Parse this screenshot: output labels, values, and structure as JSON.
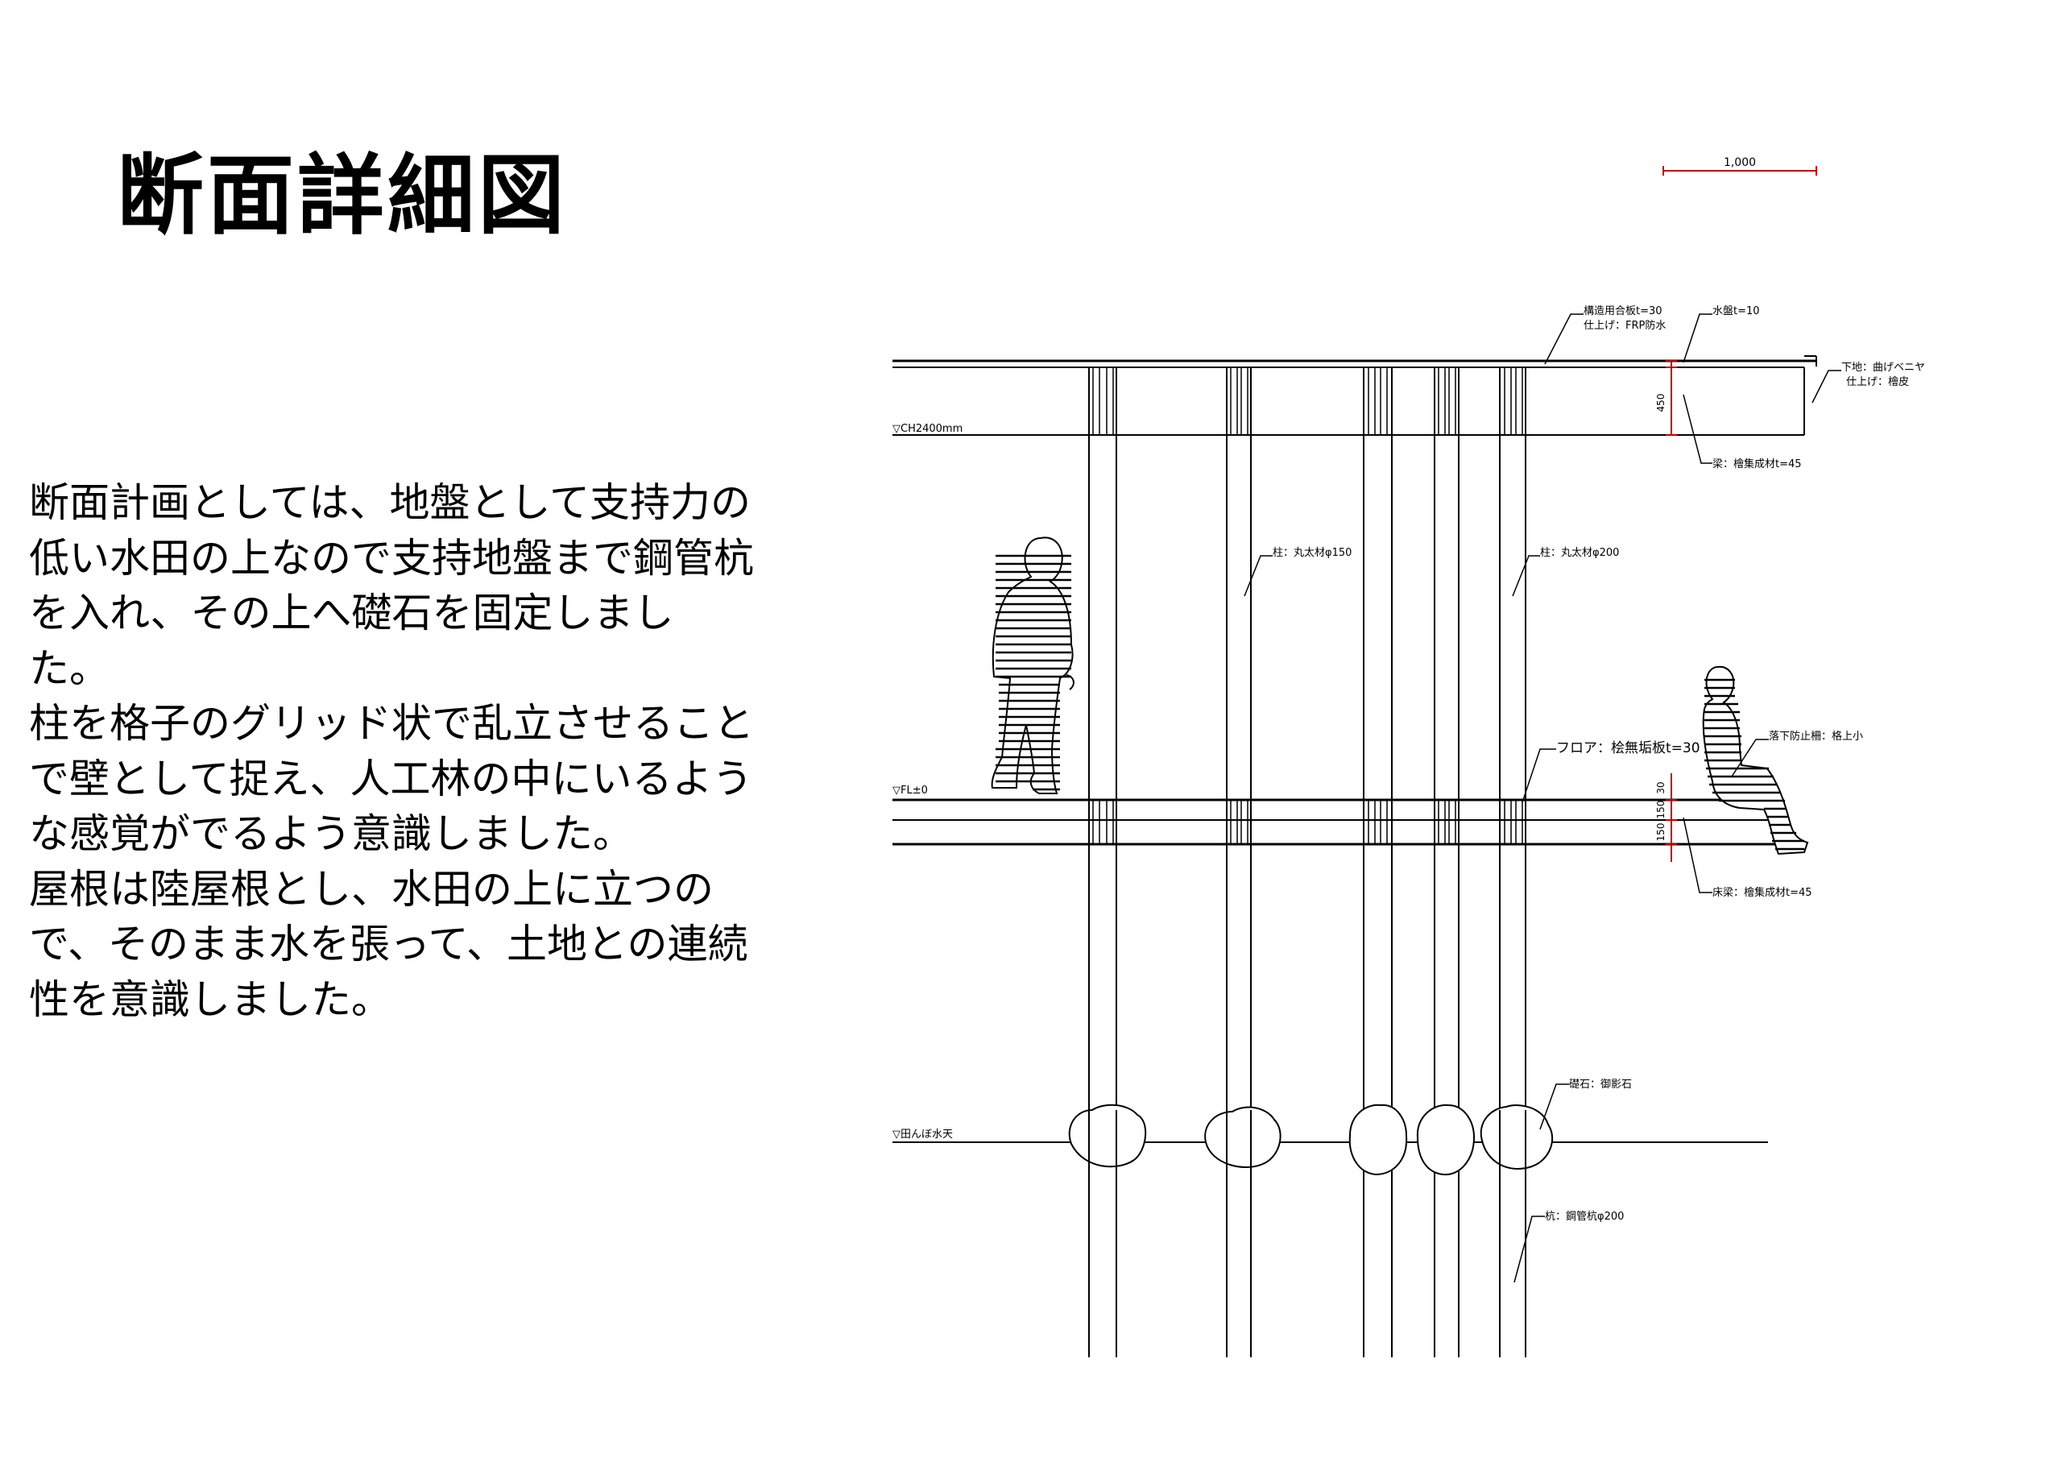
{
  "title": "断面詳細図",
  "description": [
    "断面計画としては、地盤として支持力の低い水田の上なので支持地盤まで鋼管杭を入れ、その上へ礎石を固定しました。",
    "柱を格子のグリッド状で乱立させることで壁として捉え、人工林の中にいるような感覚がでるよう意識しました。",
    "屋根は陸屋根とし、水田の上に立つので、そのまま水を張って、土地との連続性を意識しました。"
  ],
  "drawing": {
    "scale_label": "1,000",
    "levels": {
      "ceiling": "▽CH2400mm",
      "floor": "▽FL±0",
      "paddy": "▽田んぼ水天"
    },
    "dimensions": {
      "beam_depth": "450",
      "floor_30": "30",
      "floor_150a": "150",
      "floor_150b": "150"
    },
    "annotations": {
      "roof_panel_1": "構造用合板t=30",
      "roof_panel_2": "仕上げ：FRP防水",
      "water_basin": "水盤t=10",
      "eave_1": "下地：曲げベニヤ",
      "eave_2": "仕上げ：檜皮",
      "beam": "梁：檜集成材t=45",
      "column_150": "柱：丸太材φ150",
      "column_200": "柱：丸太材φ200",
      "floor": "フロア：桧無垢板t=30",
      "railing": "落下防止柵：格上小",
      "joist": "床梁：檜集成材t=45",
      "foundation_stone": "礎石：御影石",
      "pile": "杭：鋼管杭φ200"
    }
  }
}
